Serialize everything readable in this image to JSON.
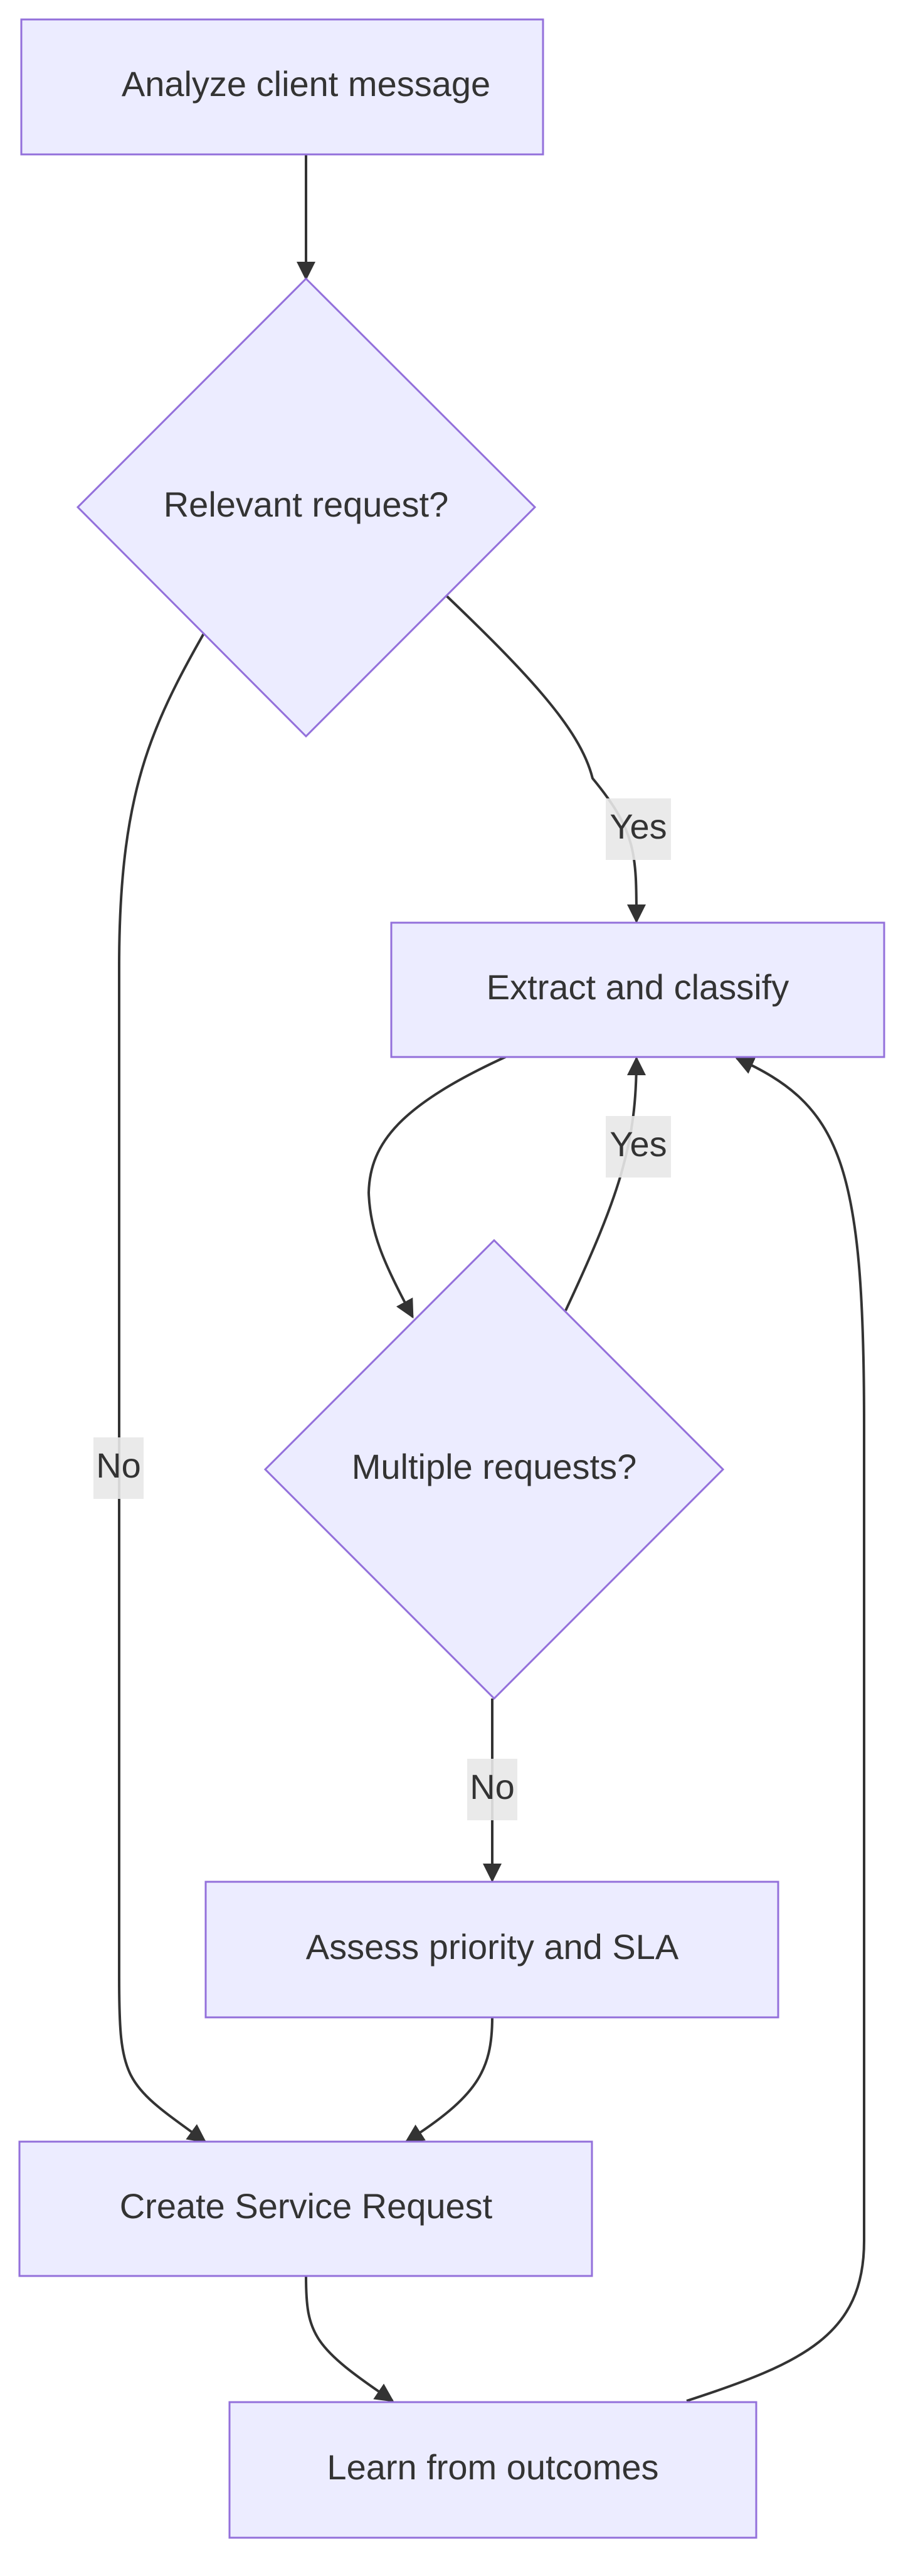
{
  "diagram": {
    "type": "flowchart",
    "colors": {
      "node_fill": "#ECECFF",
      "node_stroke": "#9370DB",
      "edge_stroke": "#333333",
      "label_background": "#e8e8e8",
      "text": "#333333"
    },
    "nodes": {
      "analyze": {
        "label": "Analyze client message",
        "shape": "rect"
      },
      "relevant": {
        "label": "Relevant request?",
        "shape": "diamond"
      },
      "extract": {
        "label": "Extract and classify",
        "shape": "rect"
      },
      "multiple": {
        "label": "Multiple requests?",
        "shape": "diamond"
      },
      "assess": {
        "label": "Assess priority and SLA",
        "shape": "rect"
      },
      "create": {
        "label": "Create Service Request",
        "shape": "rect"
      },
      "learn": {
        "label": "Learn from outcomes",
        "shape": "rect"
      }
    },
    "edges": [
      {
        "from": "analyze",
        "to": "relevant",
        "label": ""
      },
      {
        "from": "relevant",
        "to": "extract",
        "label": "Yes"
      },
      {
        "from": "relevant",
        "to": "create",
        "label": "No"
      },
      {
        "from": "extract",
        "to": "multiple",
        "label": ""
      },
      {
        "from": "multiple",
        "to": "extract",
        "label": "Yes"
      },
      {
        "from": "multiple",
        "to": "assess",
        "label": "No"
      },
      {
        "from": "assess",
        "to": "create",
        "label": ""
      },
      {
        "from": "create",
        "to": "learn",
        "label": ""
      },
      {
        "from": "learn",
        "to": "extract",
        "label": ""
      }
    ]
  }
}
